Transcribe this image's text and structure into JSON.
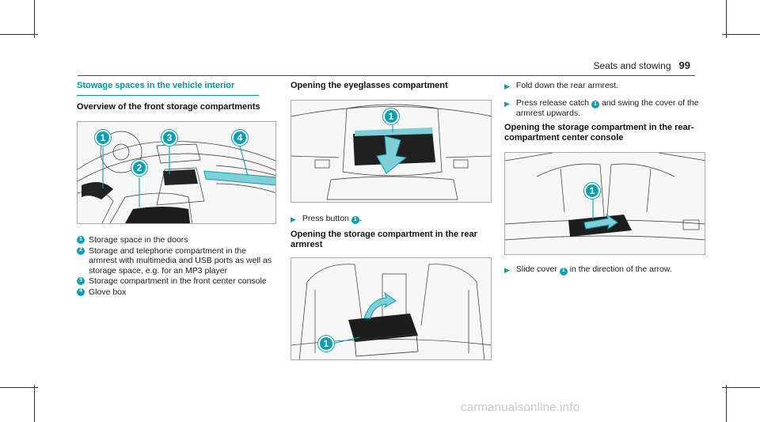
{
  "running_head": {
    "title": "Seats and stowing",
    "page_number": "99"
  },
  "col1": {
    "section_title": "Stowage spaces in the vehicle interior",
    "subtitle": "Overview of the front storage compartments",
    "badges": [
      "1",
      "2",
      "3",
      "4"
    ],
    "legend": [
      {
        "num": "1",
        "text": "Storage space in the doors"
      },
      {
        "num": "2",
        "text": "Storage and telephone compartment in the armrest with multimedia and USB ports as well as storage space, e.g. for an MP3 player"
      },
      {
        "num": "3",
        "text": "Storage compartment in the front center console"
      },
      {
        "num": "4",
        "text": "Glove box"
      }
    ]
  },
  "col2": {
    "heading1": "Opening the eyeglasses compartment",
    "badge1": "1",
    "step1": {
      "pre": "Press button",
      "num": "1",
      "post": "."
    },
    "heading2": "Opening the storage compartment in the rear armrest",
    "badge2": "1"
  },
  "col3": {
    "step1": "Fold down the rear armrest.",
    "step2": {
      "pre": "Press release catch",
      "num": "1",
      "post": "and swing the cover of the armrest upwards."
    },
    "heading": "Opening the storage compartment in the rear-compartment center console",
    "badge": "1",
    "step3": {
      "pre": "Slide cover",
      "num": "1",
      "post": "in the direction of the arrow."
    }
  },
  "watermark": "carmanualsonline.info",
  "colors": {
    "accent": "#0b9fb0",
    "section_title": "#0096a6"
  },
  "icons": {
    "step_arrow": "triangle-right-icon"
  }
}
